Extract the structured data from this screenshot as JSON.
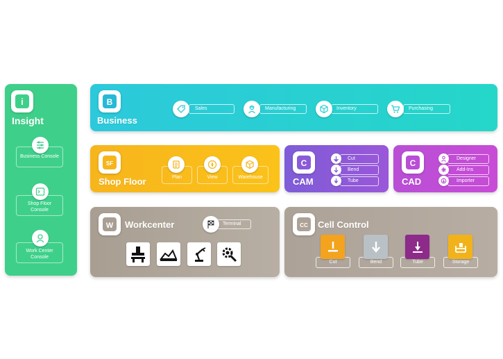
{
  "colors": {
    "insight": "#3ed08a",
    "business": "#27cfd6",
    "shop_floor": "#f9b51b",
    "cam": "#8a5ad8",
    "cad": "#c24ad6",
    "workcenter": "#a99e91",
    "cell_control": "#ada297",
    "cut": "#f4a31e",
    "bend": "#b9c1c6",
    "tube": "#8d2a8a",
    "storage": "#f2b31a"
  },
  "insight": {
    "title": "Insight",
    "logo": "i",
    "items": [
      {
        "label": "Business Console",
        "icon": "sliders-icon"
      },
      {
        "label": "Shop Floor Console",
        "icon": "terminal-icon"
      },
      {
        "label": "Work Center Console",
        "icon": "gear-person-icon"
      }
    ]
  },
  "business": {
    "title": "Business",
    "logo": "B",
    "items": [
      {
        "label": "Sales",
        "icon": "tag-icon"
      },
      {
        "label": "Manufacturing",
        "icon": "worker-icon"
      },
      {
        "label": "Inventory",
        "icon": "boxes-icon"
      },
      {
        "label": "Purchasing",
        "icon": "cart-icon"
      }
    ]
  },
  "shop_floor": {
    "title": "Shop Floor",
    "logo": "SF",
    "items": [
      {
        "label": "Plan",
        "icon": "clipboard-icon"
      },
      {
        "label": "View",
        "icon": "compass-icon"
      },
      {
        "label": "Warehouse",
        "icon": "boxes-icon"
      }
    ]
  },
  "cam": {
    "title": "CAM",
    "logo": "C",
    "items": [
      {
        "label": "Cut",
        "icon": "cut-icon"
      },
      {
        "label": "Bend",
        "icon": "bend-icon"
      },
      {
        "label": "Tube",
        "icon": "tube-icon"
      }
    ]
  },
  "cad": {
    "title": "CAD",
    "logo": "C",
    "items": [
      {
        "label": "Designer",
        "icon": "designer-icon"
      },
      {
        "label": "Add-Ins",
        "icon": "addins-icon"
      },
      {
        "label": "Importer",
        "icon": "importer-icon"
      }
    ]
  },
  "workcenter": {
    "title": "Workcenter",
    "logo": "W",
    "terminal_label": "Terminal",
    "tiles": [
      "press-brake-icon",
      "laser-cutter-icon",
      "robot-arm-icon",
      "settings-gear-icon"
    ]
  },
  "cell_control": {
    "title": "Cell Control",
    "logo": "CC",
    "items": [
      {
        "label": "Cut",
        "icon": "laser-icon"
      },
      {
        "label": "Bend",
        "icon": "bend-arrow-icon"
      },
      {
        "label": "Tube",
        "icon": "tube-laser-icon"
      },
      {
        "label": "Storage",
        "icon": "storage-icon"
      }
    ]
  }
}
